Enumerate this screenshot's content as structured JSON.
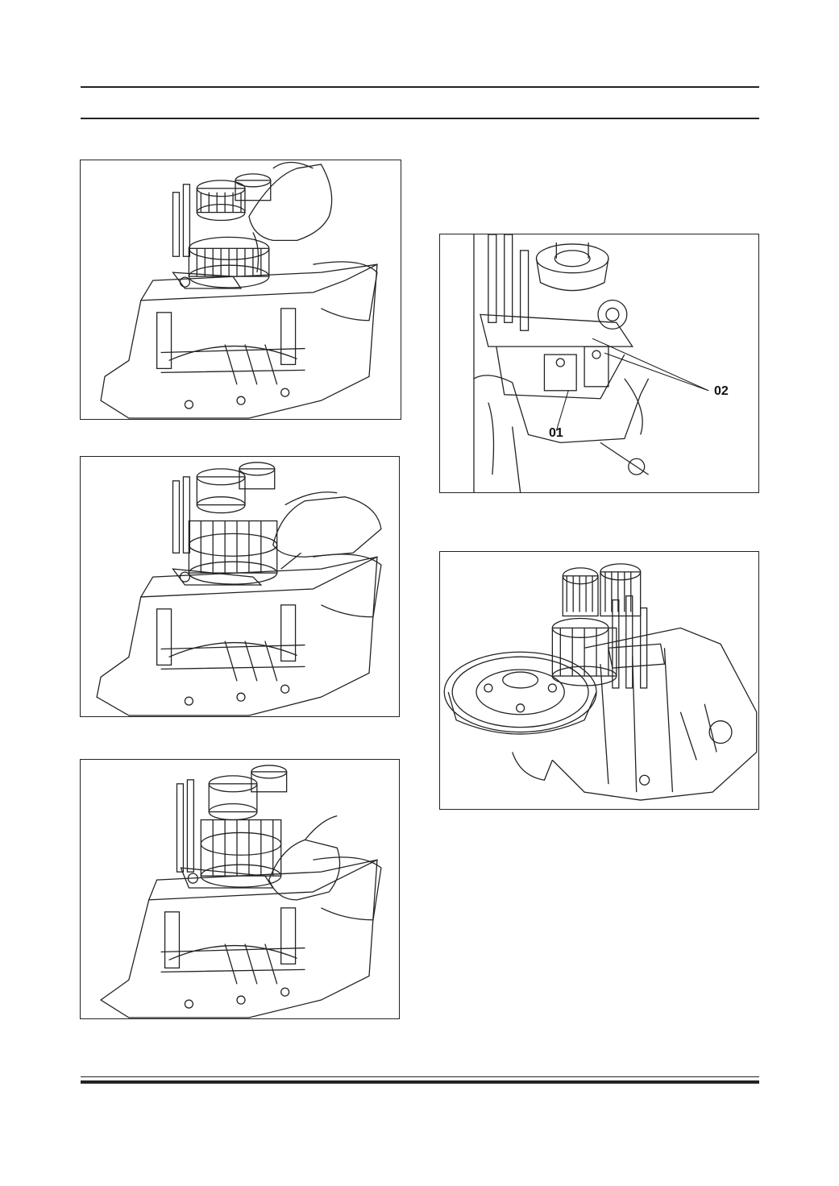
{
  "figures": [
    {
      "id": "fig-1",
      "description_icon": "gearbox-hand-tool-illustration"
    },
    {
      "id": "fig-2",
      "description_icon": "gearbox-hand-tool-illustration"
    },
    {
      "id": "fig-3",
      "description_icon": "gearbox-hand-tool-illustration"
    },
    {
      "id": "fig-4",
      "description_icon": "shift-mechanism-illustration",
      "callouts": {
        "part_01": "01",
        "part_02": "02"
      }
    },
    {
      "id": "fig-5",
      "description_icon": "transmission-assembly-illustration"
    }
  ]
}
